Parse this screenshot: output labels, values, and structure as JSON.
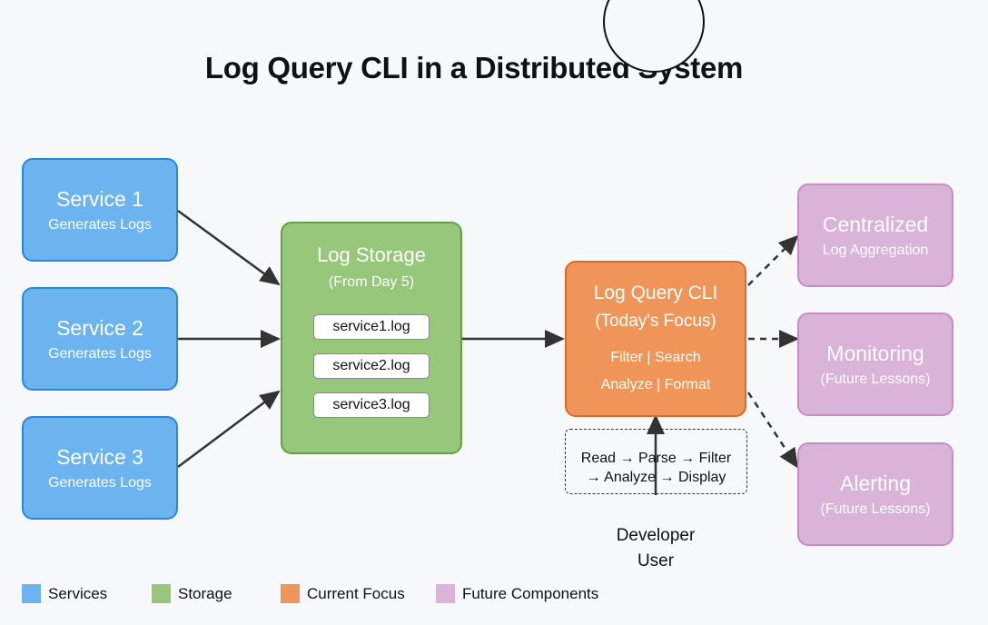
{
  "title": "Log Query CLI in a Distributed System",
  "services": [
    {
      "name": "Service 1",
      "desc": "Generates Logs"
    },
    {
      "name": "Service 2",
      "desc": "Generates Logs"
    },
    {
      "name": "Service 3",
      "desc": "Generates Logs"
    }
  ],
  "storage": {
    "name": "Log Storage",
    "desc": "(From Day 5)",
    "files": [
      "service1.log",
      "service2.log",
      "service3.log"
    ]
  },
  "cli": {
    "name": "Log Query CLI",
    "desc": "(Today's Focus)",
    "ops_line1": "Filter | Search",
    "ops_line2": "Analyze | Format"
  },
  "pipeline": {
    "line1": "Read → Parse → Filter",
    "line2": "→ Analyze → Display"
  },
  "developer": {
    "line1": "Developer",
    "line2": "User"
  },
  "future": [
    {
      "name": "Centralized",
      "desc": "Log Aggregation"
    },
    {
      "name": "Monitoring",
      "desc": "(Future Lessons)"
    },
    {
      "name": "Alerting",
      "desc": "(Future Lessons)"
    }
  ],
  "legend": [
    {
      "label": "Services",
      "color": "#6cb4ef"
    },
    {
      "label": "Storage",
      "color": "#96c77b"
    },
    {
      "label": "Current Focus",
      "color": "#f0955a"
    },
    {
      "label": "Future Components",
      "color": "#d9b3d8"
    }
  ],
  "colors": {
    "services": "#6cb4ef",
    "storage": "#96c77b",
    "focus": "#f0955a",
    "future": "#d9b3d8",
    "arrow": "#333333"
  }
}
